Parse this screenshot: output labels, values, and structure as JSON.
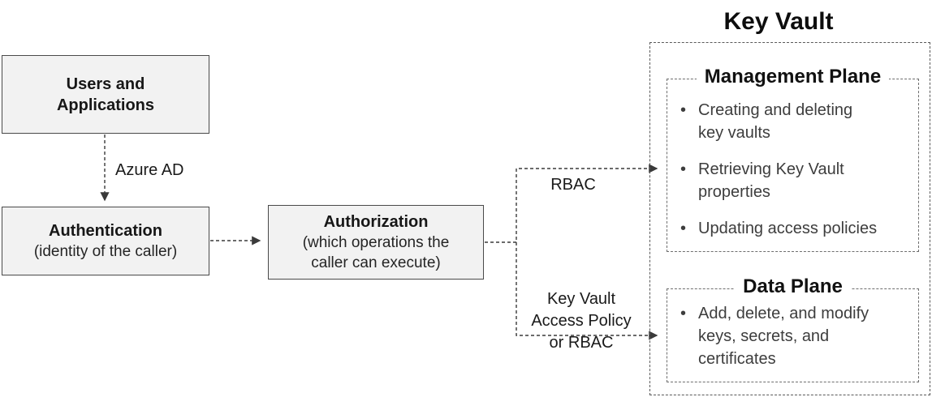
{
  "nodes": {
    "users": {
      "title": "Users and\nApplications"
    },
    "authentication": {
      "title": "Authentication",
      "subtitle": "(identity of the caller)"
    },
    "authorization": {
      "title": "Authorization",
      "subtitle": "(which operations the\ncaller can execute)"
    }
  },
  "edge_labels": {
    "azure_ad": "Azure AD",
    "rbac": "RBAC",
    "access_policy": "Key Vault\nAccess Policy\nor RBAC"
  },
  "key_vault": {
    "title": "Key Vault",
    "management_plane": {
      "title": "Management Plane",
      "items": [
        "Creating and deleting\nkey vaults",
        "Retrieving Key Vault\nproperties",
        "Updating access policies"
      ]
    },
    "data_plane": {
      "title": "Data Plane",
      "items": [
        "Add, delete, and modify\nkeys, secrets, and\ncertificates"
      ]
    }
  },
  "colors": {
    "node_fill": "#f2f2f2",
    "node_border": "#4a4a4a",
    "dashed_border": "#595959",
    "arrow": "#3a3a3a"
  }
}
